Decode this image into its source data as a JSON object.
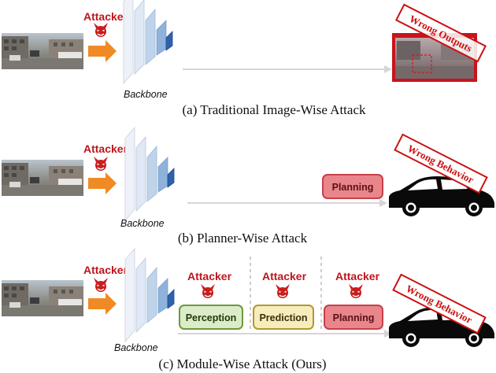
{
  "labels": {
    "attacker": "Attacker",
    "backbone": "Backbone",
    "planning": "Planning",
    "perception": "Perception",
    "prediction": "Prediction",
    "wrong_outputs": "Wrong Outputs",
    "wrong_behavior": "Wrong Behavior"
  },
  "captions": {
    "a": "(a) Traditional Image-Wise Attack",
    "b": "(b) Planner-Wise Attack",
    "c": "(c) Module-Wise Attack (Ours)"
  },
  "colors": {
    "arrow_orange": "#f08a24",
    "attacker_red": "#c0141c",
    "planning_fill": "#e8868c",
    "planning_stroke": "#c84048",
    "perception_fill": "#dcebc8",
    "perception_stroke": "#6b9a3a",
    "prediction_fill": "#f6ecbc",
    "prediction_stroke": "#b09a2c",
    "wrong_red": "#cc1111"
  }
}
